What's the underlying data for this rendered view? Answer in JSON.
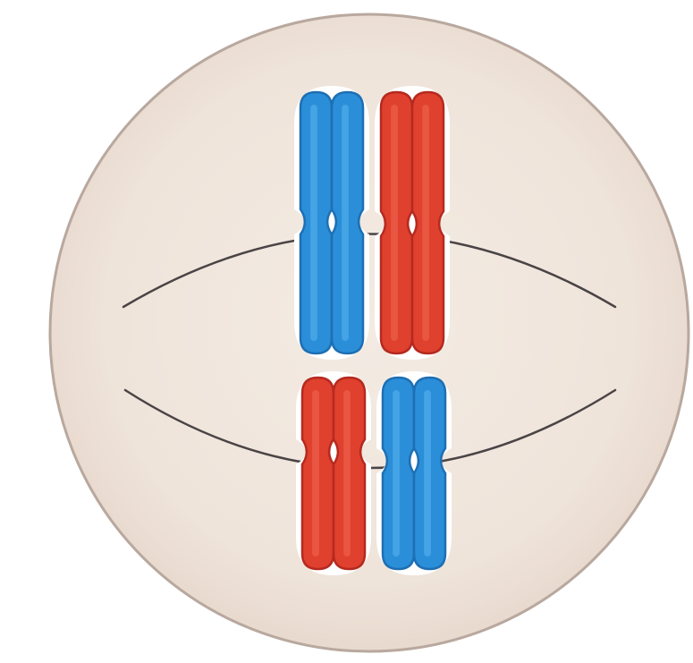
{
  "diagram": {
    "cell": {
      "fill": "#efe4da",
      "edge": "#b8a89e"
    },
    "spindle_color": "#4a4446",
    "chromosome_colors": {
      "blue": "#2a8fd8",
      "blue_outline": "#1f6fb3",
      "blue_highlight": "#5bb6f0",
      "red": "#e0402e",
      "red_outline": "#b52a1f",
      "red_highlight": "#f06a55",
      "halo": "#ffffff"
    },
    "chromosomes": [
      {
        "name": "chromosome-blue-long",
        "color": "blue",
        "pair": "upper"
      },
      {
        "name": "chromosome-red-long",
        "color": "red",
        "pair": "upper"
      },
      {
        "name": "chromosome-red-short",
        "color": "red",
        "pair": "lower"
      },
      {
        "name": "chromosome-blue-short",
        "color": "blue",
        "pair": "lower"
      }
    ]
  }
}
